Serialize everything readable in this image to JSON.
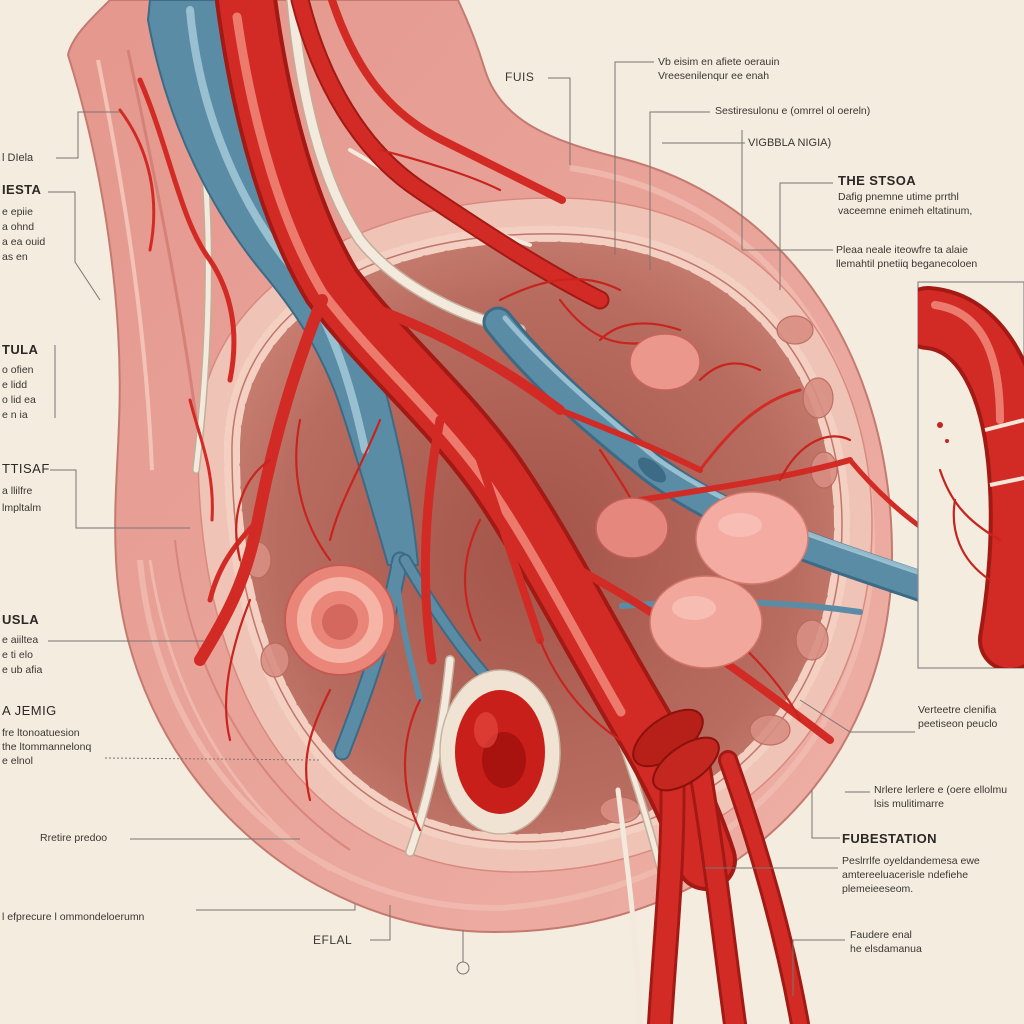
{
  "colors": {
    "background": "#f3ecdf",
    "artery": "#d22b25",
    "vein": "#5b8ca6",
    "tissue": "#e9a59b",
    "text": "#3a3633"
  },
  "top_labels": {
    "fuis": "FUIS",
    "note_1": [
      "Vb eisim en afiete oerauin",
      "Vreesenilenqur ee enah"
    ],
    "note_2": "Sestiresulonu e (omrrel ol oereln)",
    "note_3": "VIGBBLA NIGIA)"
  },
  "right_labels": {
    "stsoa": {
      "heading": "THE STSOA",
      "lines": [
        "Dafig pnemne utime prrthl",
        "vaceemne enimeh eltatinum,"
      ]
    },
    "pleaa": {
      "lines": [
        "Pleaa neale iteowfre ta alaie",
        "llemahtil pnetiiq beganecoloen"
      ]
    },
    "verteetre": {
      "lines": [
        "Verteetre clenifia",
        "peetiseon peuclo"
      ]
    },
    "nrlere": {
      "lines": [
        "Nrlere lerlere e (oere ellolmu",
        "lsis mulitimarre"
      ]
    },
    "fubestation": {
      "heading": "FUBESTATION",
      "lines": [
        "Peslrrlfe oyeldandemesa ewe",
        "amtereeluacerisle ndefiehe",
        "plemeieeseom."
      ]
    },
    "faudere": {
      "lines": [
        "Faudere enal",
        "he elsdamanua"
      ]
    }
  },
  "left_labels": {
    "diela": "l DIela",
    "iesta": {
      "heading": "IESTA",
      "lines": [
        "e epiie",
        "a ohnd",
        "a ea ouid",
        "as en"
      ]
    },
    "tula": {
      "heading": "TULA",
      "lines": [
        "o ofien",
        "e lidd",
        "o lid ea",
        "e n ia"
      ]
    },
    "ttisaf": {
      "heading": "TTISAF",
      "lines": [
        "a llilfre",
        "lmpltalm"
      ]
    },
    "usla": {
      "heading": "USLA",
      "lines": [
        "e aiiltea",
        "e ti elo",
        "e ub afia"
      ]
    },
    "ajemig": {
      "heading": "A JEMIG",
      "lines": [
        "fre ltonoatuesion",
        "the ltommannelonq",
        "e elnol"
      ]
    }
  },
  "bottom_labels": {
    "rretire": "Rretire predoo",
    "efprecure": "l efprecure l ommondeloerumn",
    "eflal": "EFLAL"
  }
}
